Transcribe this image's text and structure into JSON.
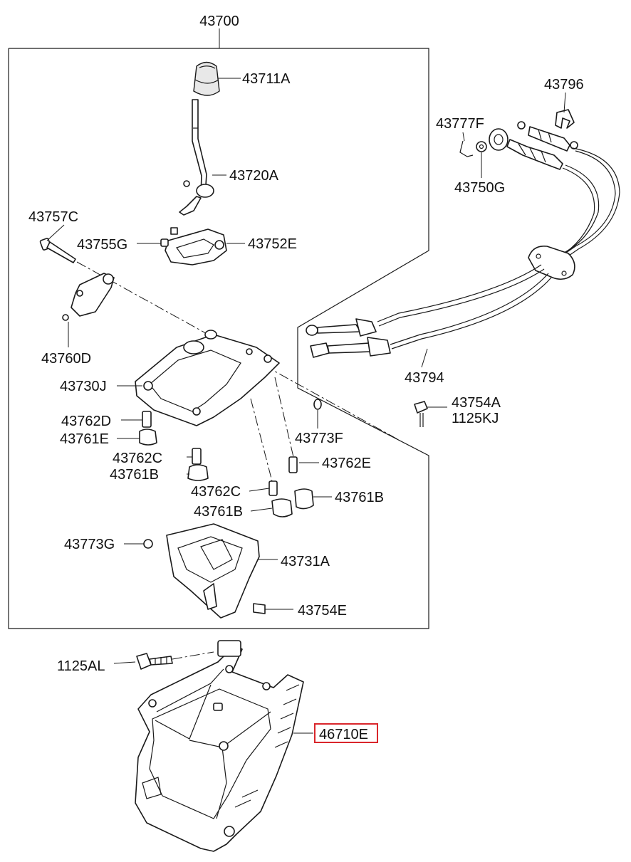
{
  "assembly_label": "43700",
  "highlight_color": "#d9262b",
  "parts": {
    "p43711A": "43711A",
    "p43720A": "43720A",
    "p43757C": "43757C",
    "p43755G": "43755G",
    "p43752E": "43752E",
    "p43760D": "43760D",
    "p43730J": "43730J",
    "p43762D": "43762D",
    "p43761E": "43761E",
    "p43762C_a": "43762C",
    "p43761B_a": "43761B",
    "p43773F": "43773F",
    "p43762E": "43762E",
    "p43762C_b": "43762C",
    "p43761B_b": "43761B",
    "p43761B_c": "43761B",
    "p43773G": "43773G",
    "p43731A": "43731A",
    "p43754E": "43754E",
    "p43796": "43796",
    "p43777F": "43777F",
    "p43750G": "43750G",
    "p43794": "43794",
    "p43754A": "43754A",
    "p1125KJ": "1125KJ",
    "p1125AL": "1125AL",
    "p46710E": "46710E"
  }
}
